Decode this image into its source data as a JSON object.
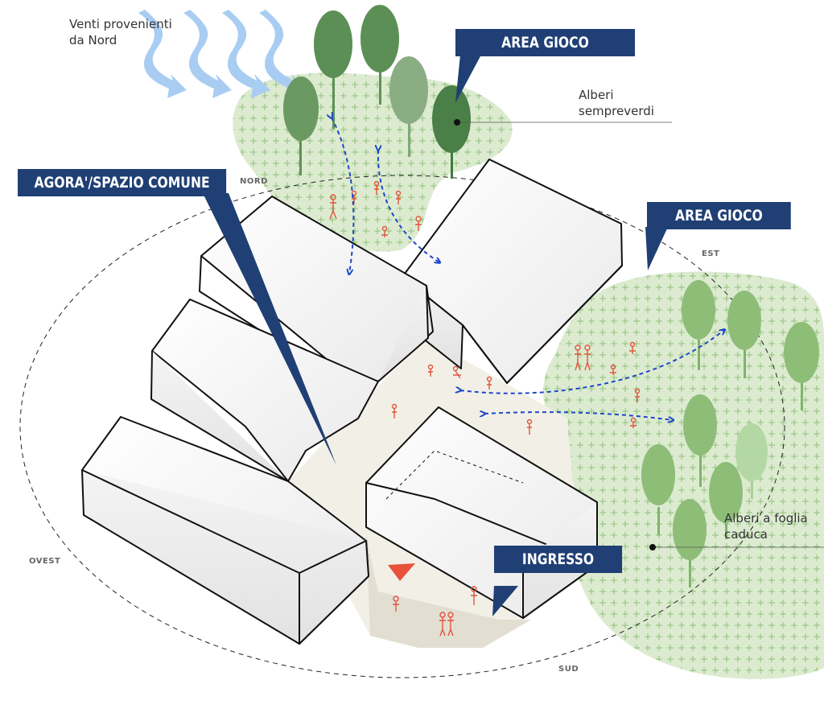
{
  "labels": {
    "wind": "Venti provenienti\nda Nord",
    "evergreen": "Alberi\nsempreverdi",
    "deciduous": "Alberi a foglia\ncaduca"
  },
  "callouts": {
    "play_area_north": "AREA GIOCO",
    "agora": "AGORA'/SPAZIO COMUNE",
    "play_area_east": "AREA GIOCO",
    "entrance": "INGRESSO"
  },
  "cardinal": {
    "north": "NORD",
    "east": "EST",
    "south": "SUD",
    "west": "OVEST"
  },
  "colors": {
    "callout": "#1f3f75",
    "arrow": "#1f47c8",
    "wind": "#a9cdf2",
    "green_area": "#dcebd0",
    "evergreen_tree": "#5f9159",
    "deciduous_tree": "#8ebd78",
    "entrance_marker": "#e8513a",
    "people": "#e0553f"
  }
}
